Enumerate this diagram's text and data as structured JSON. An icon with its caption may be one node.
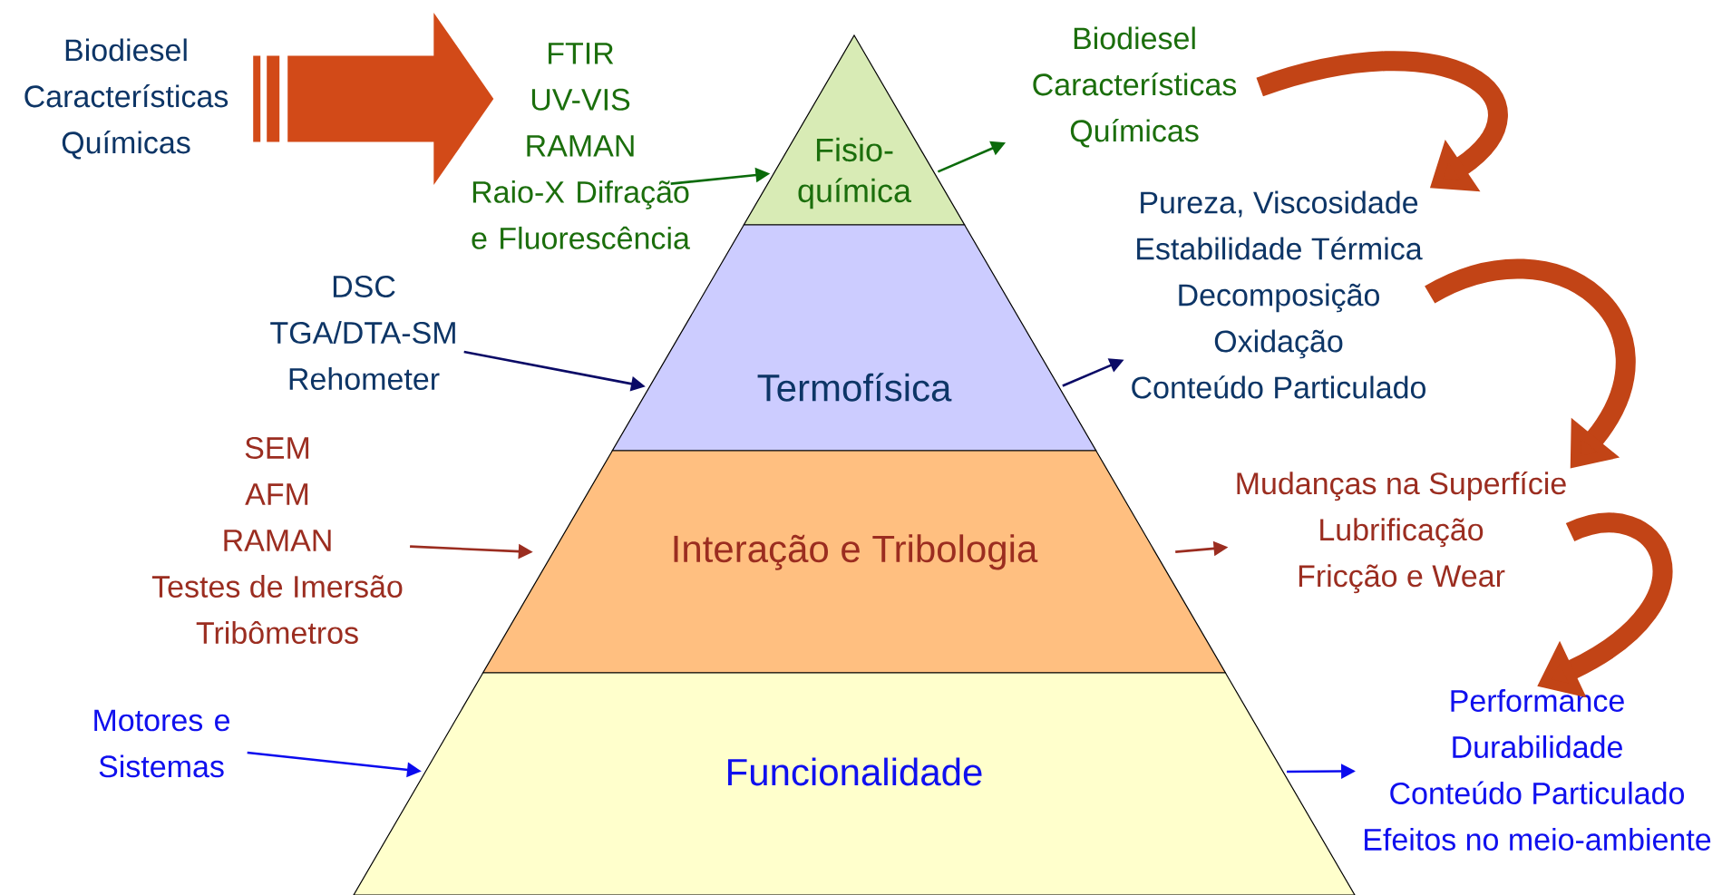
{
  "diagram": {
    "nodes": [
      {
        "text": [
          "Biodiesel Características Químicas"
        ]
      },
      {
        "text": [
          "FTIR",
          "UV-VIS",
          "RAMAN",
          "Raio-X Difração e Fluorescência"
        ]
      },
      {
        "text": [
          "Fisio- química"
        ]
      },
      {
        "text": [
          "Biodiesel Características Químicas"
        ]
      },
      {
        "text": [
          "DSC",
          "TGA/DTA-SM",
          "Rehometer"
        ]
      },
      {
        "text": [
          "Termofísica"
        ]
      },
      {
        "text": [
          "Pureza, Viscosidade",
          "Estabilidade Térmica",
          "Decomposição",
          "Oxidação",
          "Conteúdo Particulado"
        ]
      },
      {
        "text": [
          "SEM",
          "AFM",
          "RAMAN",
          "Testes de Imersão",
          "Tribômetros"
        ]
      },
      {
        "text": [
          "Interação e Tribologia"
        ]
      },
      {
        "text": [
          "Mudanças na Superfície",
          "Lubrificação",
          "Fricção e Wear"
        ]
      },
      {
        "text": [
          "Motores e Sistemas"
        ]
      },
      {
        "text": [
          "Funcionalidade"
        ]
      },
      {
        "text": [
          "Performance",
          "Durabilidade",
          "Conteúdo Particulado",
          "Efeitos no meio-ambiente"
        ]
      }
    ],
    "edges": [
      {
        "from": 0,
        "to": 1,
        "arrow": "to",
        "style": "thick",
        "color": "#d24a18"
      },
      {
        "from": 1,
        "to": 2,
        "arrow": "to",
        "color": "#0b6b0b"
      },
      {
        "from": 2,
        "to": 3,
        "arrow": "to",
        "color": "#0b6b0b"
      },
      {
        "from": 4,
        "to": 5,
        "arrow": "to",
        "color": "#0a0a66"
      },
      {
        "from": 5,
        "to": 6,
        "arrow": "to",
        "color": "#0a0a66"
      },
      {
        "from": 7,
        "to": 8,
        "arrow": "to",
        "color": "#9b2d20"
      },
      {
        "from": 8,
        "to": 9,
        "arrow": "to",
        "color": "#9b2d20"
      },
      {
        "from": 10,
        "to": 11,
        "arrow": "to",
        "color": "#0b0bee"
      },
      {
        "from": 11,
        "to": 12,
        "arrow": "to",
        "color": "#0b0bee"
      },
      {
        "from": 3,
        "to": 6,
        "arrow": "to",
        "style": "thick",
        "color": "#c24416"
      },
      {
        "from": 6,
        "to": 9,
        "arrow": "to",
        "style": "thick",
        "color": "#c24416"
      },
      {
        "from": 9,
        "to": 12,
        "arrow": "to",
        "style": "thick",
        "color": "#c24416"
      }
    ]
  }
}
